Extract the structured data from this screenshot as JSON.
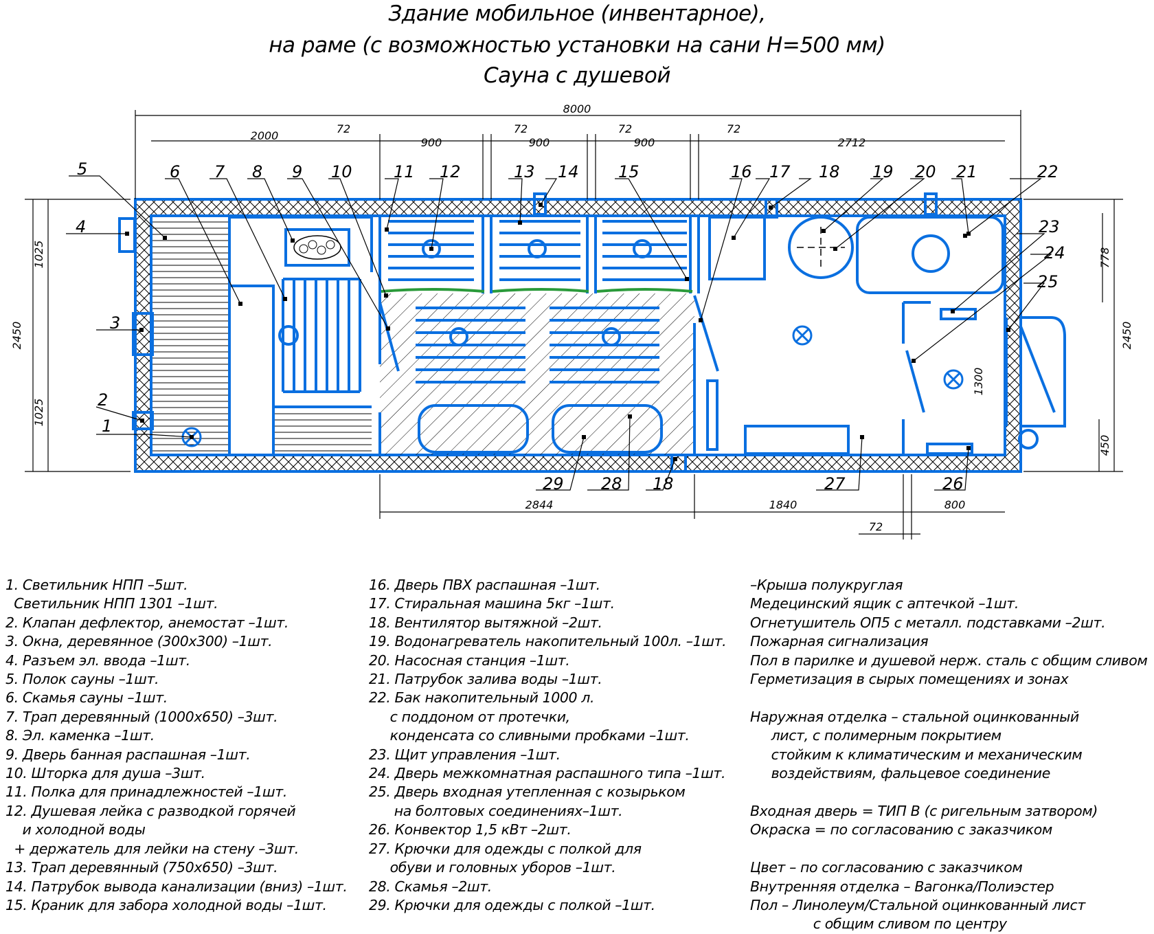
{
  "title": {
    "line1": "Здание мобильное (инвентарное),",
    "line2": "на раме (с возможностью установки на сани Н=500 мм)",
    "line3": "Сауна с душевой"
  },
  "dimensions": {
    "overall": "8000",
    "top": [
      "2000",
      "72",
      "900",
      "72",
      "900",
      "72",
      "900",
      "72",
      "2712"
    ],
    "bottom": [
      "2844",
      "1840",
      "800",
      "72"
    ],
    "left": [
      "2450",
      "1025",
      "1025"
    ],
    "right": [
      "2450",
      "778",
      "1300",
      "450"
    ]
  },
  "callouts": [
    "1",
    "2",
    "3",
    "4",
    "5",
    "6",
    "7",
    "8",
    "9",
    "10",
    "11",
    "12",
    "13",
    "14",
    "15",
    "16",
    "17",
    "18",
    "19",
    "20",
    "21",
    "22",
    "23",
    "24",
    "25",
    "26",
    "27",
    "28",
    "18",
    "29"
  ],
  "legend": {
    "col1": [
      "1. Светильник НПП –5шт.",
      "  Светильник НПП 1301 –1шт.",
      "2. Клапан дефлектор, анемостат –1шт.",
      "3. Окна, деревянное (300х300) –1шт.",
      "4. Разъем эл. ввода –1шт.",
      "5. Полок сауны –1шт.",
      "6. Скамья сауны –1шт.",
      "7. Трап деревянный (1000х650) –3шт.",
      "8. Эл. каменка –1шт.",
      "9. Дверь банная распашная –1шт.",
      "10. Шторка для душа –3шт.",
      "11. Полка для принадлежностей –1шт.",
      "12. Душевая лейка с разводкой горячей",
      "    и холодной воды",
      "  + держатель для лейки на стену –3шт.",
      "13. Трап деревянный (750х650) –3шт.",
      "14. Патрубок вывода канализации (вниз) –1шт.",
      "15. Краник для забора холодной воды –1шт."
    ],
    "col2": [
      "16. Дверь ПВХ распашная –1шт.",
      "17. Стиральная машина 5кг –1шт.",
      "18. Вентилятор вытяжной –2шт.",
      "19. Водонагреватель накопительный 100л. –1шт.",
      "20. Насосная станция –1шт.",
      "21. Патрубок залива воды –1шт.",
      "22. Бак накопительный 1000 л.",
      "     с поддоном от протечки,",
      "     конденсата со сливными пробками –1шт.",
      "23. Щит управления –1шт.",
      "24. Дверь межкомнатная распашного типа –1шт.",
      "25. Дверь входная утепленная с козырьком",
      "      на болтовых соединениях–1шт.",
      "26. Конвектор 1,5 кВт –2шт.",
      "27. Крючки для одежды с полкой для",
      "     обуви и головных уборов –1шт.",
      "28. Скамья –2шт.",
      "29. Крючки для одежды с полкой –1шт."
    ],
    "col3": [
      "–Крыша полукруглая",
      "Медецинский ящик с аптечкой –1шт.",
      "Огнетушитель ОП5 с металл. подставками –2шт.",
      "Пожарная сигнализация",
      "Пол в парилке и душевой нерж. сталь с общим сливом",
      "Герметизация в сырых помещениях и зонах",
      "",
      "Наружная отделка – стальной оцинкованный",
      "     лист, с полимерным покрытием",
      "     стойким к климатическим и механическим",
      "     воздействиям, фальцевое соединение",
      "",
      "Входная дверь = ТИП В (с ригельным затвором)",
      "Окраска = по согласованию с заказчиком",
      "",
      "Цвет – по согласованию с заказчиком",
      "Внутренняя отделка – Вагонка/Полиэстер",
      "Пол – Линолеум/Стальной оцинкованный лист",
      "               с общим сливом по центру"
    ]
  },
  "colors": {
    "wall": "#0a6fe0",
    "line": "#000000",
    "green": "#2a9a3a"
  }
}
